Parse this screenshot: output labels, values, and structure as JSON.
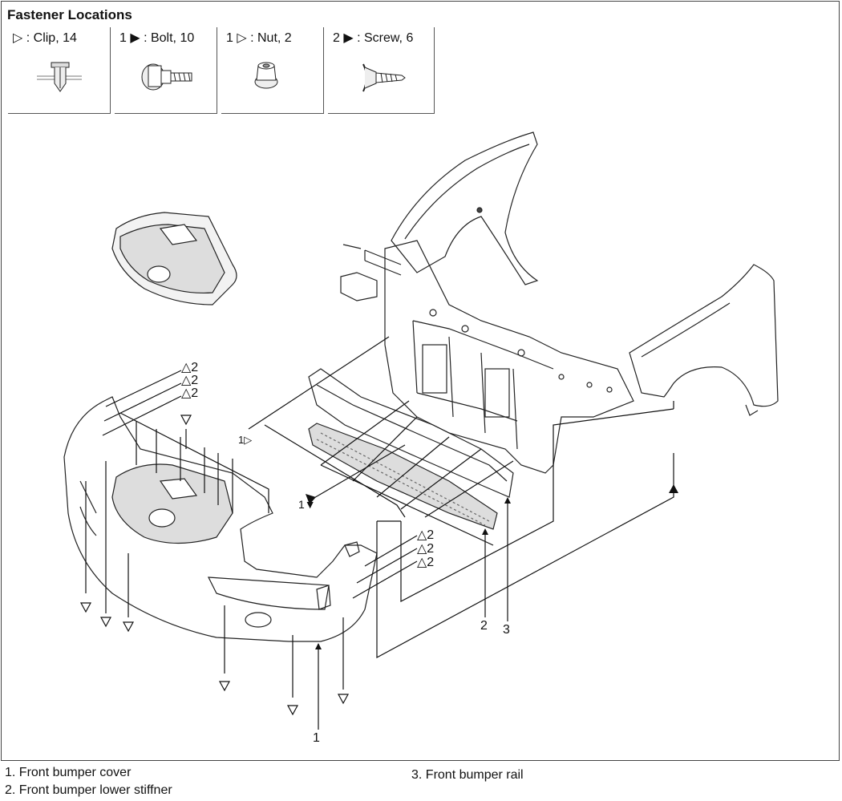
{
  "title": "Fastener Locations",
  "fasteners": [
    {
      "label": "▷ : Clip, 14",
      "icon": "clip-icon"
    },
    {
      "label": "1 ▶ : Bolt, 10",
      "icon": "bolt-icon"
    },
    {
      "label": "1 ▷ : Nut, 2",
      "icon": "nut-icon"
    },
    {
      "label": "2 ▶ : Screw, 6",
      "icon": "screw-icon"
    }
  ],
  "callouts": {
    "c_left_top1": "△2",
    "c_left_top2": "△2",
    "c_left_top3": "△2",
    "c_right1": "△2",
    "c_right2": "△2",
    "c_right3": "△2",
    "c_nut": "1▷",
    "c_bolt": "1▼",
    "c_part1": "1",
    "c_part2": "2",
    "c_part3": "3"
  },
  "legend": [
    "1. Front bumper cover",
    "2. Front bumper lower stiffner",
    "3. Front bumper rail"
  ]
}
